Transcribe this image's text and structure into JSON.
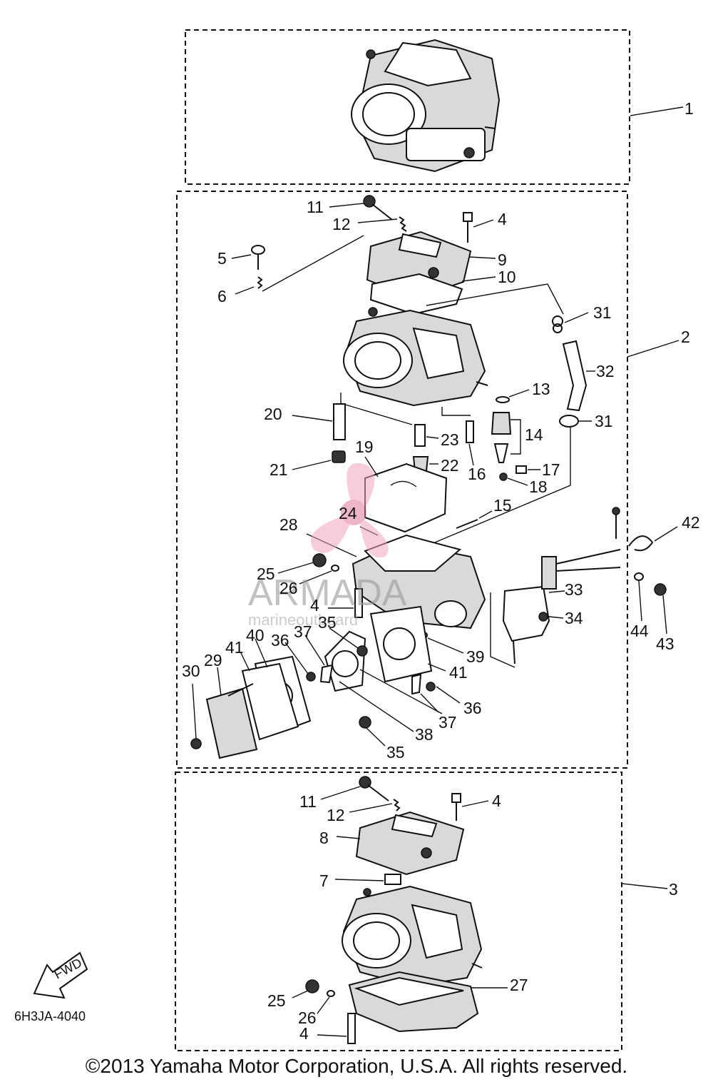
{
  "diagram": {
    "fwd_label": "FWD",
    "code": "6H3JA-4040",
    "watermark": {
      "brand": "ARMADA",
      "sub": "marineoutboard"
    },
    "copyright": "©2013 Yamaha Motor Corporation, U.S.A. All rights reserved.",
    "callouts": {
      "c1": "1",
      "c2": "2",
      "c3": "3",
      "c4a": "4",
      "c4b": "4",
      "c4c": "4",
      "c4d": "4",
      "c5": "5",
      "c6": "6",
      "c7": "7",
      "c8": "8",
      "c9": "9",
      "c10": "10",
      "c11a": "11",
      "c11b": "11",
      "c12a": "12",
      "c12b": "12",
      "c13": "13",
      "c14": "14",
      "c15": "15",
      "c16": "16",
      "c17": "17",
      "c18": "18",
      "c19": "19",
      "c20": "20",
      "c21": "21",
      "c22": "22",
      "c23": "23",
      "c24": "24",
      "c25a": "25",
      "c25b": "25",
      "c26a": "26",
      "c26b": "26",
      "c27": "27",
      "c28": "28",
      "c29": "29",
      "c30": "30",
      "c31a": "31",
      "c31b": "31",
      "c32": "32",
      "c33": "33",
      "c34": "34",
      "c35a": "35",
      "c35b": "35",
      "c36a": "36",
      "c36b": "36",
      "c37a": "37",
      "c37b": "37",
      "c38": "38",
      "c39": "39",
      "c40": "40",
      "c41a": "41",
      "c41b": "41",
      "c42": "42",
      "c43": "43",
      "c44": "44"
    }
  }
}
